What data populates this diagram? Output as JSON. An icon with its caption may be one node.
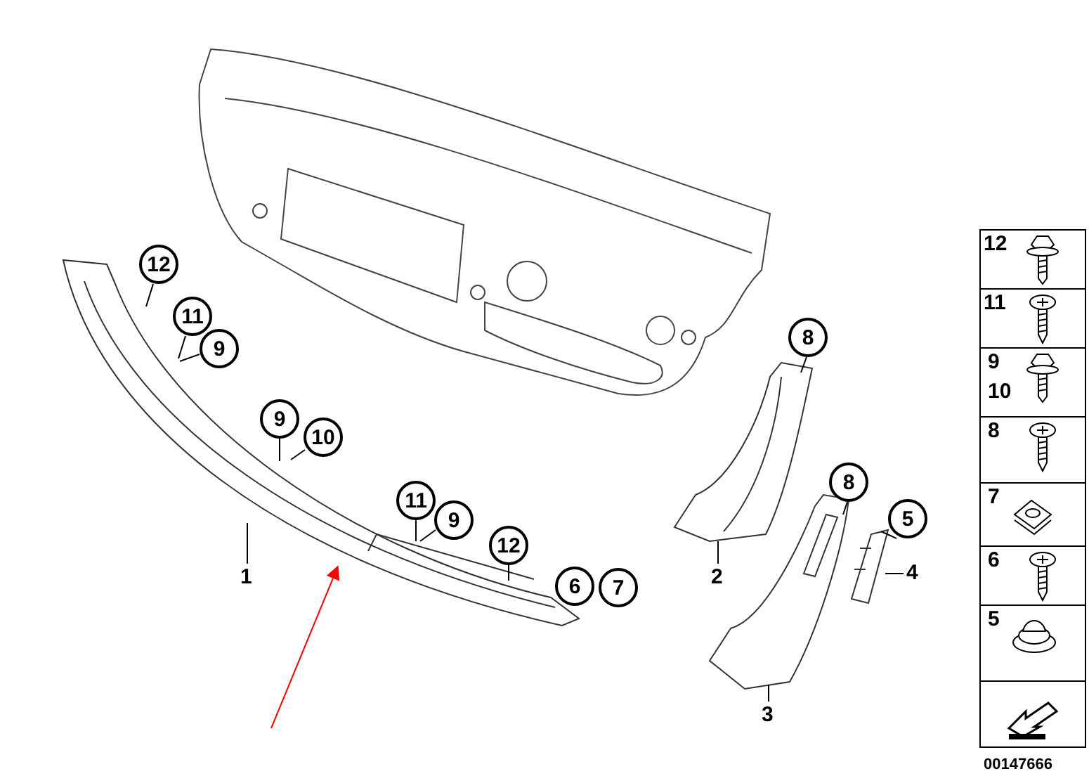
{
  "diagram": {
    "nodes": [
      {
        "text": [],
        "shape": "picture"
      },
      {
        "text": [],
        "shape": "picture"
      },
      {
        "text": [],
        "shape": "picture"
      },
      {
        "text": [],
        "shape": "picture"
      },
      {
        "text": [
          "12"
        ]
      },
      {
        "text": [
          "11"
        ]
      },
      {
        "text": [
          "9"
        ]
      },
      {
        "text": [
          "9"
        ]
      },
      {
        "text": [
          "10"
        ]
      },
      {
        "text": [
          "11"
        ]
      },
      {
        "text": [
          "9"
        ]
      },
      {
        "text": [
          "12"
        ]
      },
      {
        "text": [
          "6"
        ]
      },
      {
        "text": [
          "7"
        ]
      },
      {
        "text": [
          "1"
        ]
      },
      {
        "text": [
          "8"
        ]
      },
      {
        "text": [
          "2"
        ]
      },
      {
        "text": [
          "8"
        ]
      },
      {
        "text": [
          "5"
        ]
      },
      {
        "text": [
          "4"
        ]
      },
      {
        "text": [
          "3"
        ]
      }
    ],
    "edges": [
      {
        "from": 4,
        "to": 0,
        "arrow": "none"
      },
      {
        "from": 5,
        "to": 0,
        "arrow": "none"
      },
      {
        "from": 6,
        "to": 0,
        "arrow": "none"
      },
      {
        "from": 7,
        "to": 0,
        "arrow": "none"
      },
      {
        "from": 8,
        "to": 0,
        "arrow": "none"
      },
      {
        "from": 9,
        "to": 0,
        "arrow": "none"
      },
      {
        "from": 10,
        "to": 0,
        "arrow": "none"
      },
      {
        "from": 11,
        "to": 0,
        "arrow": "none"
      },
      {
        "from": 14,
        "to": 0,
        "arrow": "none"
      },
      {
        "from": 15,
        "to": 1,
        "arrow": "none"
      },
      {
        "from": 16,
        "to": 1,
        "arrow": "none"
      },
      {
        "from": 17,
        "to": 2,
        "arrow": "none"
      },
      {
        "from": 18,
        "to": 3,
        "arrow": "none"
      },
      {
        "from": 19,
        "to": 3,
        "arrow": "none"
      },
      {
        "from": 20,
        "to": 2,
        "arrow": "none"
      },
      {
        "from": null,
        "to": 0,
        "arrow": "to",
        "color": "#ff0000"
      }
    ],
    "labels": [
      "12",
      "11",
      "9",
      "10",
      "8",
      "7",
      "6",
      "5",
      "00147666"
    ]
  }
}
